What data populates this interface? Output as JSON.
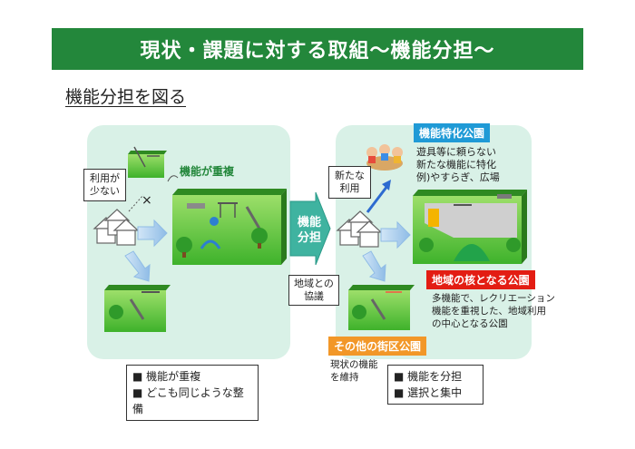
{
  "header": {
    "title": "現状・課題に対する取組〜機能分担〜"
  },
  "subtitle": "機能分担を図る",
  "left": {
    "usage_low": [
      "利用が",
      "少ない"
    ],
    "overlap_label": "機能が重複",
    "notes": [
      "■ 機能が重複",
      "■ どこも同じような整備"
    ]
  },
  "center": {
    "arrow_label": [
      "機能",
      "分担"
    ],
    "consult_label": [
      "地域との",
      "協議"
    ]
  },
  "right": {
    "new_use": [
      "新たな",
      "利用"
    ],
    "special_tag": "機能特化公園",
    "special_desc": [
      "遊具等に頼らない",
      "新たな機能に特化",
      "例)やすらぎ、広場"
    ],
    "core_tag": "地域の核となる公園",
    "core_desc": [
      "多機能で、レクリエーション",
      "機能を重視した、地域利用",
      "の中心となる公園"
    ],
    "other_tag": "その他の街区公園",
    "other_desc": [
      "現状の機能",
      "を維持"
    ],
    "notes": [
      "■ 機能を分担",
      "■ 選択と集中"
    ]
  },
  "colors": {
    "header": "#23873b",
    "panel": "#d9f1e7",
    "park": "#4fbf2b",
    "blue_tag": "#1f9ad6",
    "red_tag": "#e31d13",
    "orange_tag": "#f29728"
  }
}
